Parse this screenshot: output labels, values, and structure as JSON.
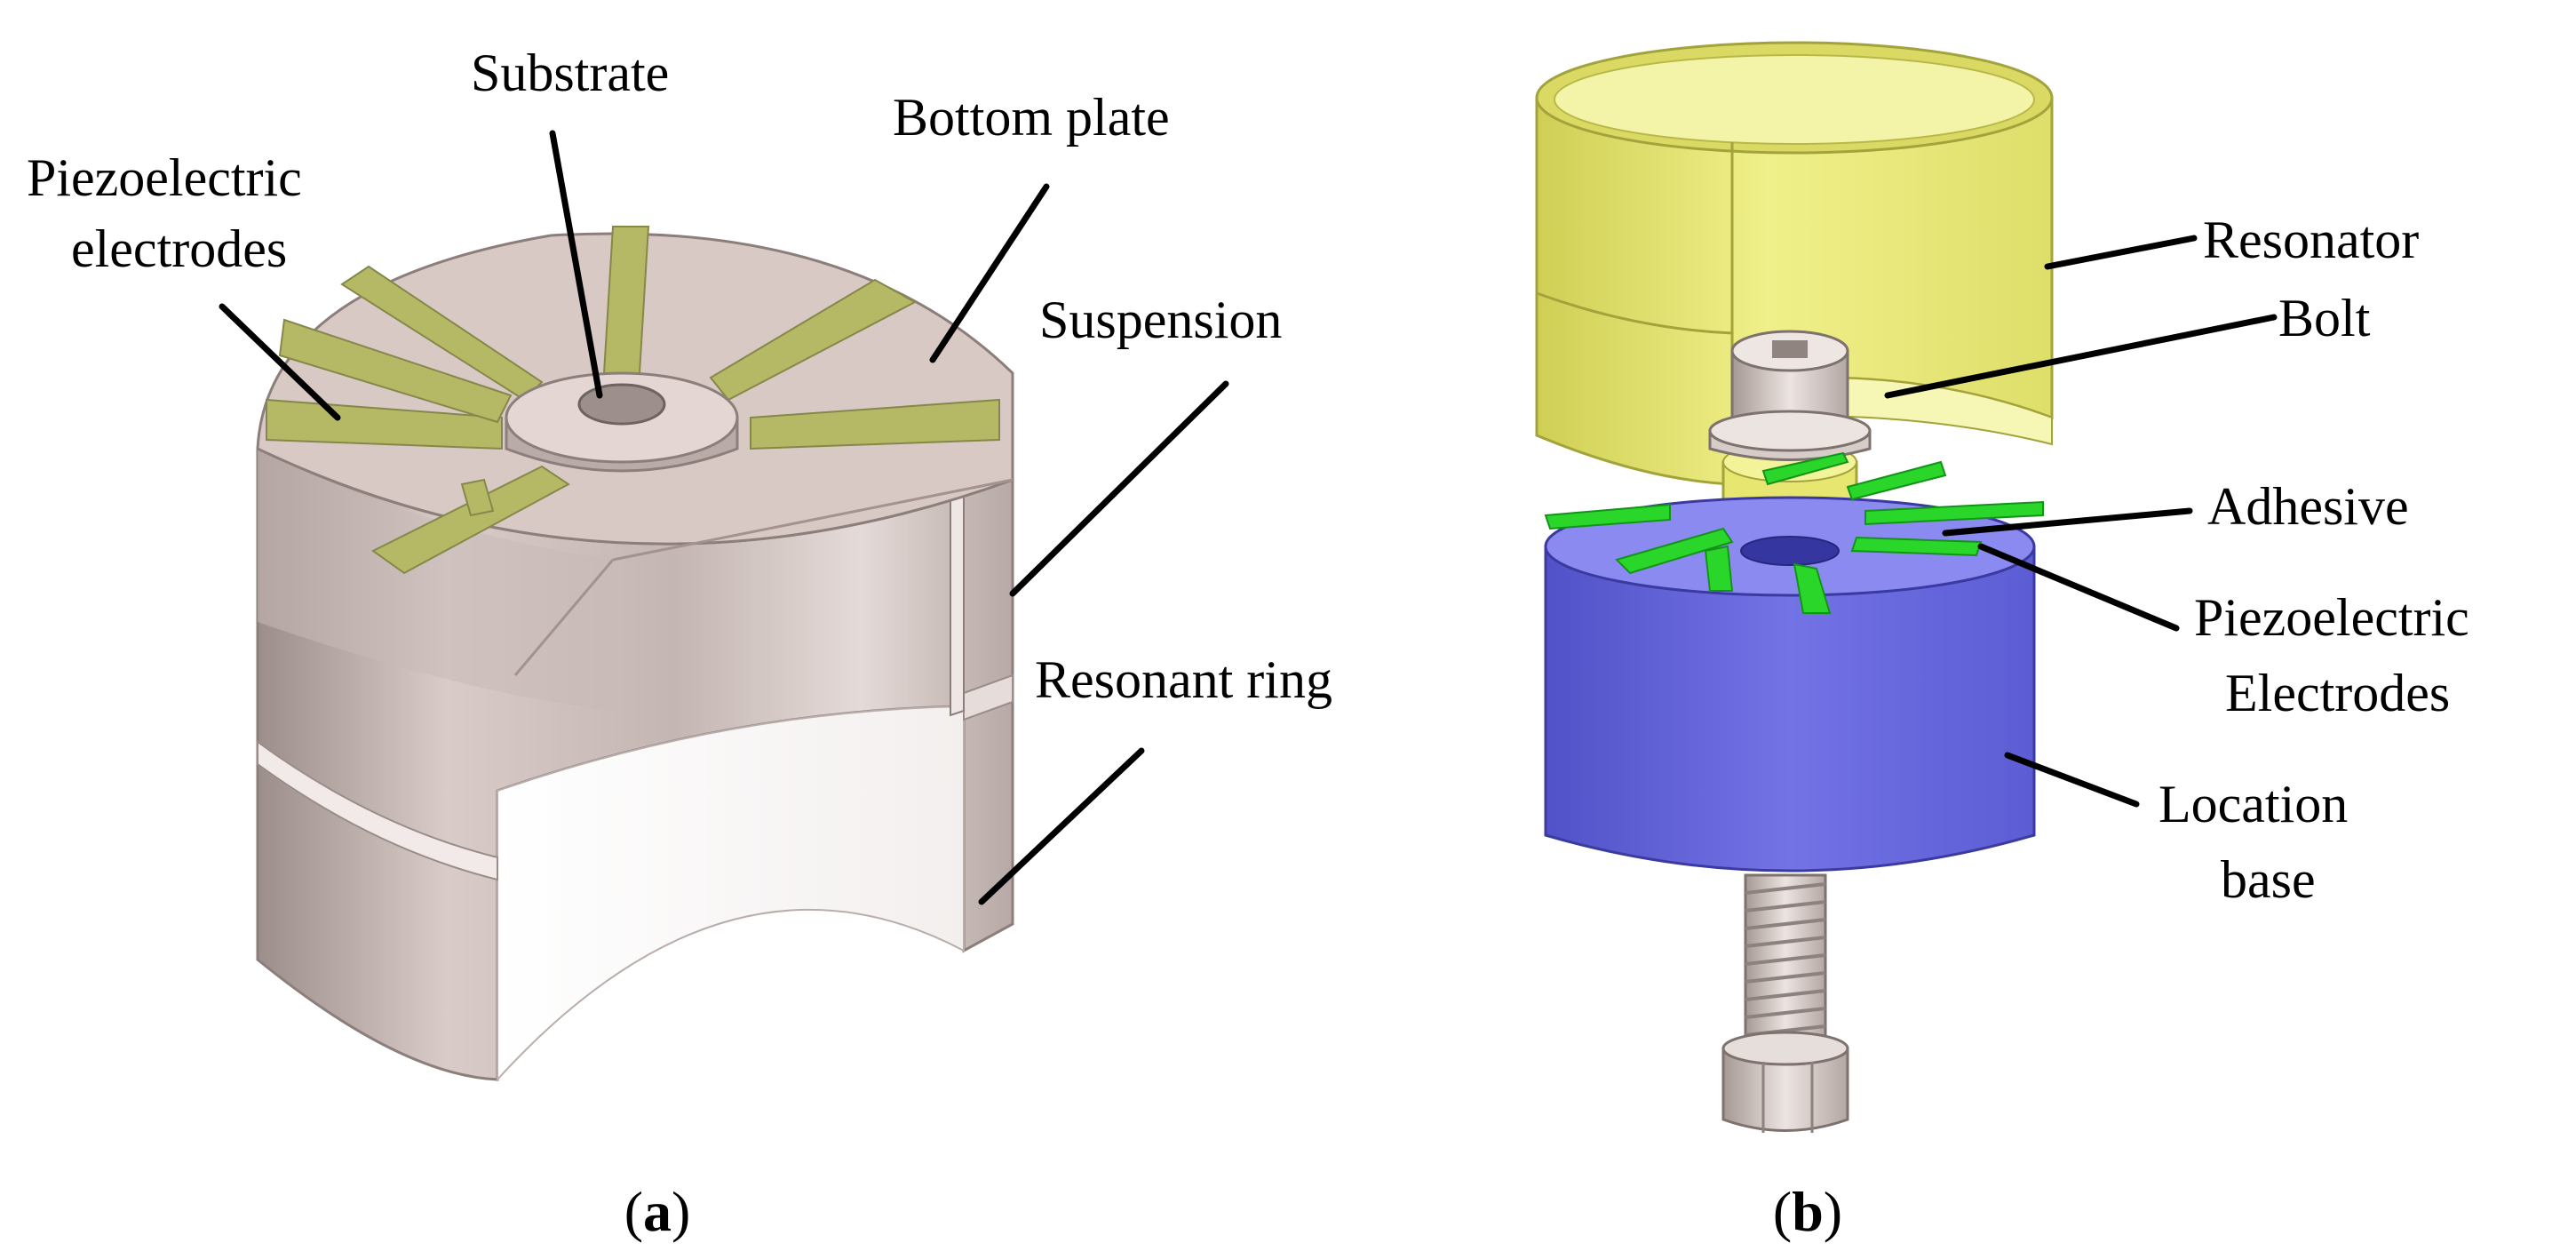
{
  "panel_a": {
    "labels": {
      "substrate": "Substrate",
      "bottom_plate": "Bottom plate",
      "piezo_line1": "Piezoelectric",
      "piezo_line2": "electrodes",
      "suspension": "Suspension",
      "resonant_ring": "Resonant ring"
    },
    "caption": {
      "open": "(",
      "letter": "a",
      "close": ")"
    },
    "colors": {
      "metal": "#cdbfbb",
      "metal_dark": "#a99a96",
      "electrode": "#b5b864"
    }
  },
  "panel_b": {
    "labels": {
      "resonator": "Resonator",
      "bolt": "Bolt",
      "adhesive": "Adhesive",
      "piezo_line1": "Piezoelectric",
      "piezo_line2": "Electrodes",
      "location_line1": "Location",
      "location_line2": "base"
    },
    "caption": {
      "open": "(",
      "letter": "b",
      "close": ")"
    },
    "colors": {
      "resonator": "#e8e87a",
      "base": "#6e6ee0",
      "adhesive": "#29d629",
      "bolt": "#d8ccc8"
    }
  }
}
